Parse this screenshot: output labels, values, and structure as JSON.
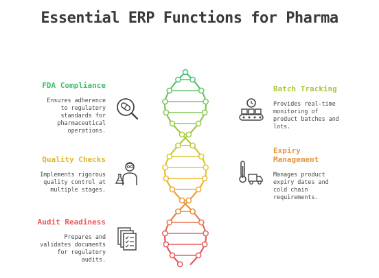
{
  "title": "Essential ERP Functions for Pharma",
  "colors": {
    "green": "#4cc27a",
    "yellow": "#f2c42a",
    "orange": "#e8943a",
    "red": "#e85a5a",
    "text": "#444444",
    "icon": "#444444"
  },
  "functions": [
    {
      "key": "fda",
      "heading": "FDA Compliance",
      "desc": [
        "Ensures adherence",
        "to regulatory",
        "standards for",
        "pharmaceutical",
        "operations."
      ],
      "color": "#3cbf6e",
      "icon": "pill-magnifier-icon"
    },
    {
      "key": "batch",
      "heading": "Batch Tracking",
      "desc": [
        "Provides real-time",
        "monitoring of",
        "product batches and",
        "lots."
      ],
      "color": "#a7c93a",
      "icon": "conveyor-clock-icon"
    },
    {
      "key": "quality",
      "heading": "Quality Checks",
      "desc": [
        "Implements rigorous",
        "quality control at",
        "multiple stages."
      ],
      "color": "#e2b524",
      "icon": "scientist-flask-icon"
    },
    {
      "key": "expiry",
      "heading": [
        "Expiry",
        "Management"
      ],
      "desc": [
        "Manages product",
        "expiry dates and",
        "cold chain",
        "requirements."
      ],
      "color": "#e8943a",
      "icon": "thermometer-truck-icon"
    },
    {
      "key": "audit",
      "heading": "Audit Readiness",
      "desc": [
        "Prepares and",
        "validates documents",
        "for regulatory",
        "audits."
      ],
      "color": "#e85a5a",
      "icon": "checklist-documents-icon"
    }
  ]
}
